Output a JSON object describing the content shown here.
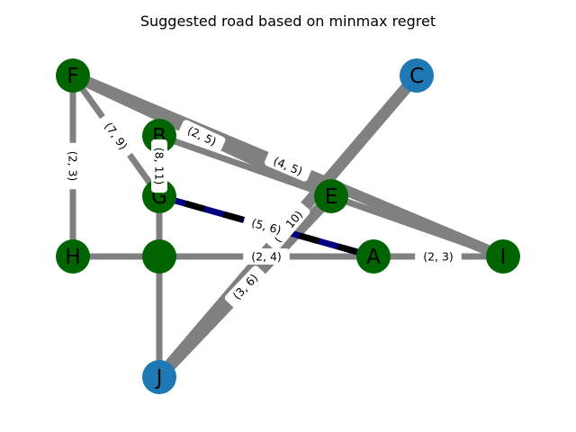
{
  "title": "Suggested road based on minmax regret",
  "colors": {
    "green_node": "#006400",
    "blue_node": "#1f77b4",
    "edge_gray": "#808080",
    "road_navy": "#000080",
    "road_black": "#000000"
  },
  "nodes": [
    {
      "id": "F",
      "label": "F",
      "color": "green"
    },
    {
      "id": "C",
      "label": "C",
      "color": "blue"
    },
    {
      "id": "B",
      "label": "B",
      "color": "green"
    },
    {
      "id": "G",
      "label": "G",
      "color": "green"
    },
    {
      "id": "E",
      "label": "E",
      "color": "green"
    },
    {
      "id": "H",
      "label": "H",
      "color": "green"
    },
    {
      "id": "D",
      "label": "",
      "color": "green"
    },
    {
      "id": "A",
      "label": "A",
      "color": "green"
    },
    {
      "id": "I",
      "label": "I",
      "color": "green"
    },
    {
      "id": "J",
      "label": "J",
      "color": "blue"
    }
  ],
  "edges": [
    {
      "from": "F",
      "to": "H",
      "label": "(2, 3)"
    },
    {
      "from": "F",
      "to": "G",
      "label": "(7, 9)"
    },
    {
      "from": "F",
      "to": "E",
      "label": "(2, 5)"
    },
    {
      "from": "F",
      "to": "I",
      "label": "(4, 5)"
    },
    {
      "from": "B",
      "to": "G",
      "label": "(8, 11)"
    },
    {
      "from": "B",
      "to": "I",
      "label": ""
    },
    {
      "from": "C",
      "to": "J",
      "label": "(9, 10)"
    },
    {
      "from": "E",
      "to": "J",
      "label": "(3, 6)"
    },
    {
      "from": "E",
      "to": "I",
      "label": ""
    },
    {
      "from": "H",
      "to": "D",
      "label": ""
    },
    {
      "from": "G",
      "to": "D",
      "label": ""
    },
    {
      "from": "D",
      "to": "J",
      "label": ""
    },
    {
      "from": "D",
      "to": "A",
      "label": "(2, 4)"
    },
    {
      "from": "A",
      "to": "I",
      "label": "(2, 3)"
    },
    {
      "from": "G",
      "to": "A",
      "label": "(5, 6)",
      "suggested": true
    }
  ]
}
